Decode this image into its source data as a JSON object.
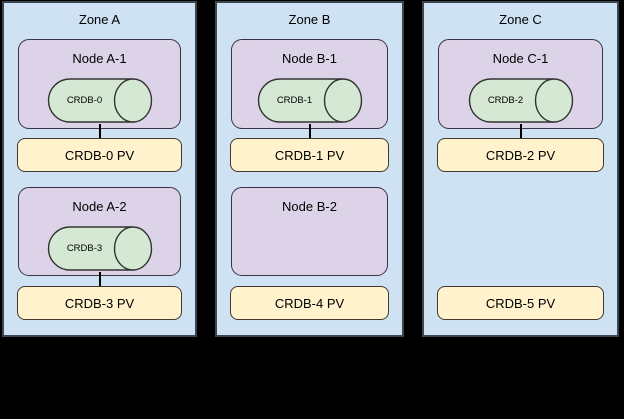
{
  "colors": {
    "background": "#000000",
    "zone_fill": "#cfe2f3",
    "zone_stroke": "#3c4650",
    "node_fill": "#ddd3e8",
    "node_stroke": "#3a3342",
    "pod_fill": "#d5e8d3",
    "pod_stroke": "#333333",
    "pv_fill": "#fff2cc",
    "pv_stroke": "#3f3a2c",
    "connector": "#000000"
  },
  "zones": [
    {
      "title": "Zone A",
      "nodes": [
        {
          "title": "Node A-1",
          "pod_label": "CRDB-0"
        },
        {
          "title": "Node A-2",
          "pod_label": "CRDB-3"
        }
      ],
      "pvs": [
        {
          "label": "CRDB-0 PV"
        },
        {
          "label": "CRDB-3 PV"
        }
      ]
    },
    {
      "title": "Zone B",
      "nodes": [
        {
          "title": "Node B-1",
          "pod_label": "CRDB-1"
        },
        {
          "title": "Node B-2"
        }
      ],
      "pvs": [
        {
          "label": "CRDB-1 PV"
        },
        {
          "label": "CRDB-4 PV"
        }
      ]
    },
    {
      "title": "Zone C",
      "nodes": [
        {
          "title": "Node C-1",
          "pod_label": "CRDB-2"
        }
      ],
      "pvs": [
        {
          "label": "CRDB-2 PV"
        },
        {
          "label": "CRDB-5 PV"
        }
      ]
    }
  ]
}
